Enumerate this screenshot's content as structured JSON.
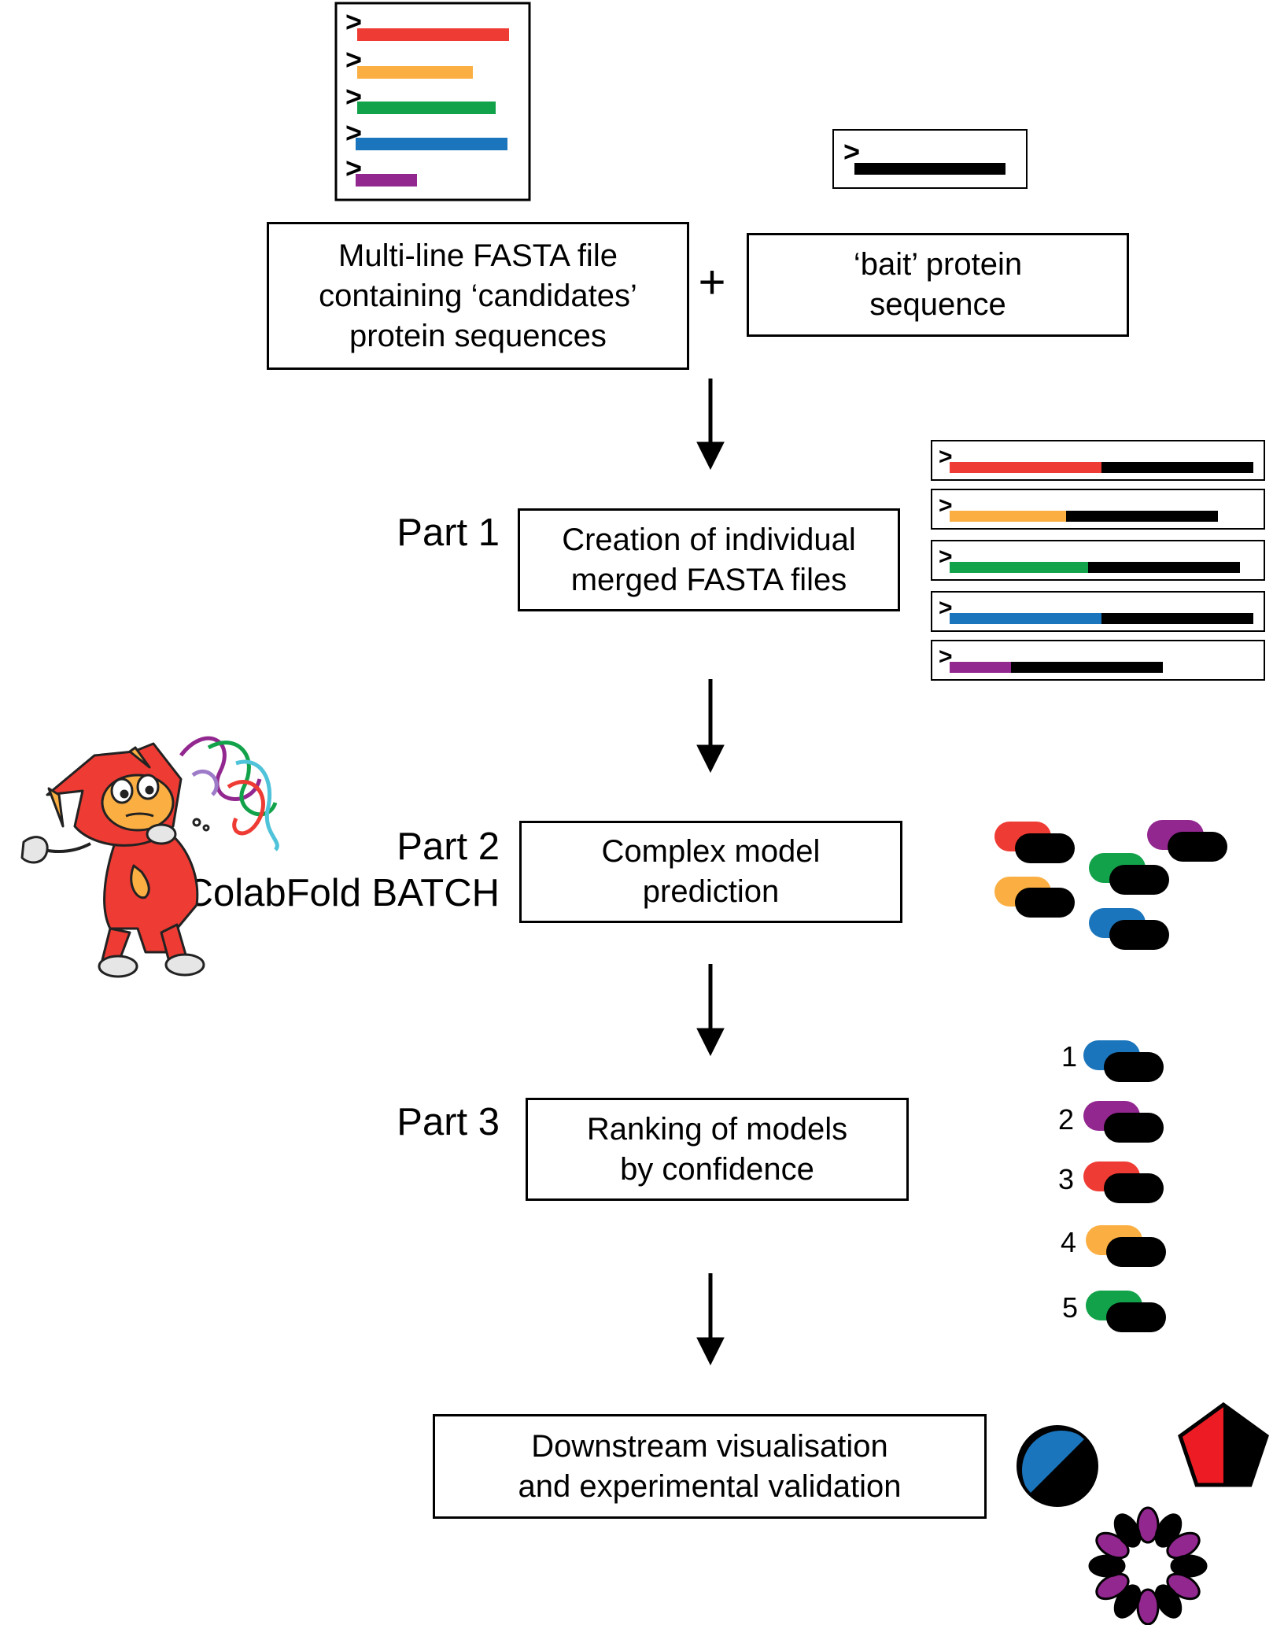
{
  "colors": {
    "red": "#EE3B33",
    "orange": "#FBAF43",
    "green": "#12A24A",
    "blue": "#1B75BC",
    "purple": "#92278F",
    "black": "#000000",
    "pentagon_red": "#ED1C24"
  },
  "input_box": {
    "text": "Multi-line FASTA file\ncontaining ‘candidates’\nprotein sequences"
  },
  "plus": "+",
  "bait_box": {
    "text": "‘bait’ protein\nsequence"
  },
  "part1": {
    "label": "Part 1",
    "box": "Creation of individual\nmerged FASTA files"
  },
  "part2": {
    "label": "Part 2",
    "tool": "ColabFold BATCH",
    "box": "Complex model\nprediction"
  },
  "part3": {
    "label": "Part 3",
    "box": "Ranking of models\nby confidence"
  },
  "final_box": {
    "text": "Downstream visualisation\nand experimental validation"
  },
  "fasta_glyph": ">",
  "ranking": [
    "1",
    "2",
    "3",
    "4",
    "5"
  ],
  "icons": {
    "mascot": "colabfold-cat-mascot-icon",
    "circle": "circle-split-icon",
    "pentagon": "pentagon-split-icon",
    "flower": "petal-ring-icon"
  }
}
